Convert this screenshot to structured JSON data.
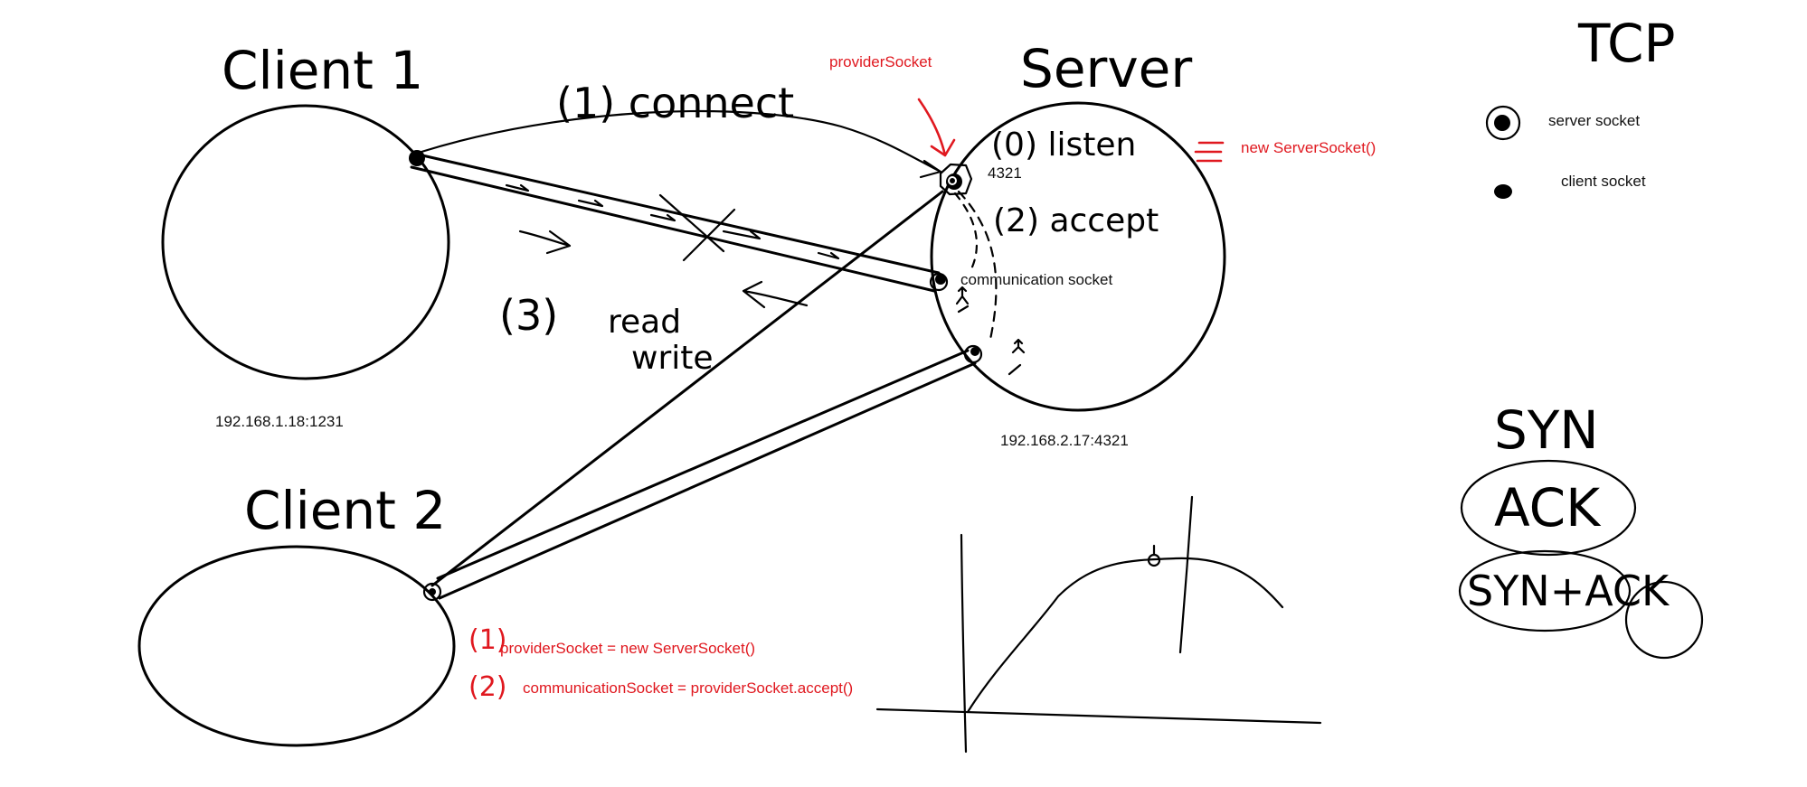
{
  "colors": {
    "ink": "#000000",
    "annotation_red": "#e0181f"
  },
  "headings": {
    "client1": "Client 1",
    "client2": "Client 2",
    "server": "Server",
    "protocol": "TCP"
  },
  "steps": {
    "connect": "(1) connect",
    "listen": "(0) listen",
    "accept": "(2) accept",
    "read_write_num": "(3)",
    "read": "read",
    "write": "write"
  },
  "addresses": {
    "client1": "192.168.1.18:1231",
    "server": "192.168.2.17:4321",
    "server_port": "4321"
  },
  "sockets": {
    "provider_label": "providerSocket",
    "communication_label": "communication socket",
    "new_server_socket": "new ServerSocket()"
  },
  "legend": {
    "server_socket": "server socket",
    "client_socket": "client socket"
  },
  "code": {
    "line1_num": "(1)",
    "line1": "providerSocket = new ServerSocket()",
    "line2_num": "(2)",
    "line2": "communicationSocket = providerSocket.accept()"
  },
  "handshake": {
    "syn": "SYN",
    "ack": "ACK",
    "syn_ack": "SYN+ACK"
  }
}
